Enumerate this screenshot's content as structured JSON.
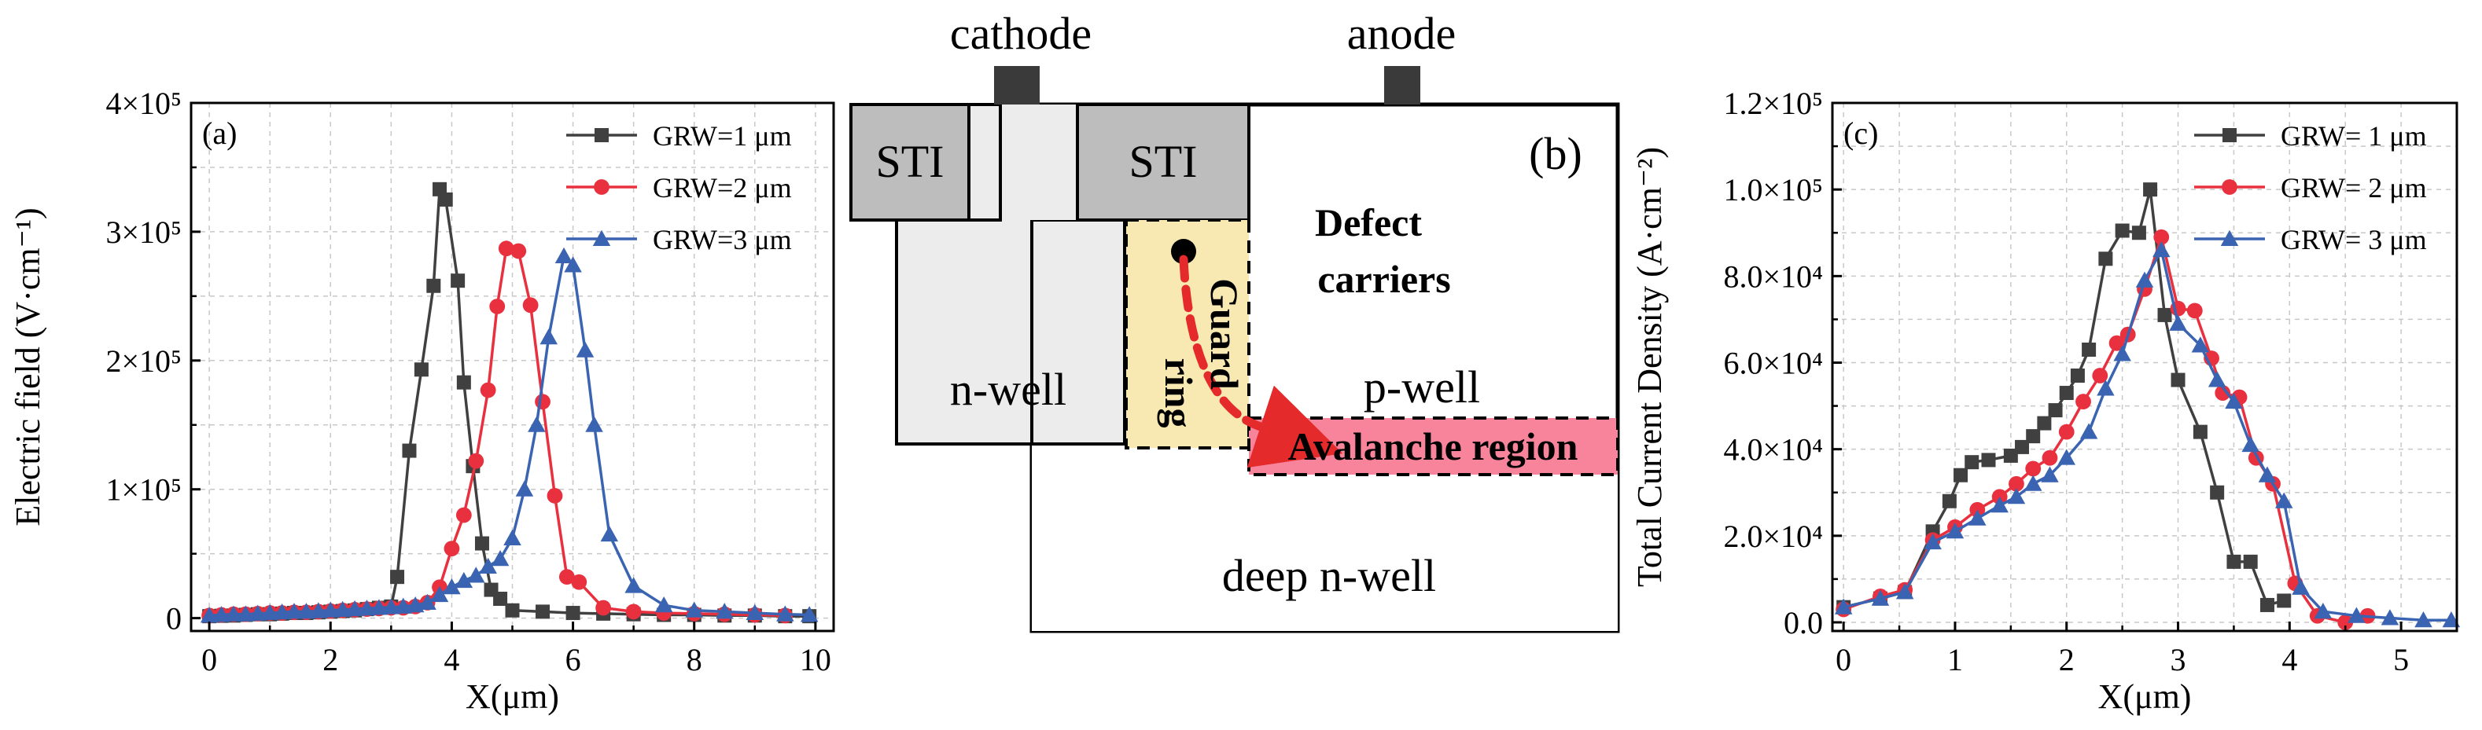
{
  "chart_data": [
    {
      "type": "line",
      "panel_label": "(a)",
      "xlabel": "X(μm)",
      "ylabel": "Electric field (V·cm⁻¹)",
      "xlim": [
        -0.3,
        10.3
      ],
      "ylim": [
        -10000,
        400000
      ],
      "xticks": [
        0,
        2,
        4,
        6,
        8,
        10
      ],
      "yticks": [
        0,
        100000,
        200000,
        300000,
        400000
      ],
      "ytick_labels": [
        "0",
        "1×10⁵",
        "2×10⁵",
        "3×10⁵",
        "4×10⁵"
      ],
      "grid": true,
      "legend_position": "top-right",
      "series": [
        {
          "name": "GRW=1 μm",
          "color": "#404040",
          "marker": "square",
          "x": [
            0,
            0.2,
            0.4,
            0.6,
            0.8,
            1.0,
            1.2,
            1.4,
            1.6,
            1.8,
            2.0,
            2.2,
            2.4,
            2.6,
            2.8,
            3.0,
            3.1,
            3.3,
            3.5,
            3.7,
            3.8,
            3.9,
            4.1,
            4.2,
            4.35,
            4.5,
            4.65,
            4.8,
            5.0,
            5.5,
            6.0,
            6.5,
            7.0,
            7.5,
            8.0,
            8.5,
            9.0,
            9.5,
            9.9
          ],
          "y": [
            1500,
            1800,
            2000,
            2500,
            3000,
            3000,
            3500,
            4000,
            4000,
            4500,
            5000,
            5500,
            6000,
            7000,
            8000,
            9000,
            32000,
            130000,
            193000,
            258000,
            333000,
            325000,
            262000,
            183000,
            118000,
            58000,
            22000,
            15000,
            6000,
            5000,
            4000,
            3500,
            3000,
            2500,
            2500,
            2000,
            2000,
            1500,
            1500
          ]
        },
        {
          "name": "GRW=2 μm",
          "color": "#E8303E",
          "marker": "circle",
          "x": [
            0,
            0.2,
            0.4,
            0.6,
            0.8,
            1.0,
            1.2,
            1.4,
            1.6,
            1.8,
            2.0,
            2.2,
            2.4,
            2.6,
            2.8,
            3.0,
            3.2,
            3.4,
            3.6,
            3.8,
            4.0,
            4.2,
            4.4,
            4.6,
            4.75,
            4.9,
            5.1,
            5.3,
            5.5,
            5.7,
            5.9,
            6.1,
            6.5,
            7.0,
            7.5,
            8.0,
            8.5,
            9.0,
            9.5
          ],
          "y": [
            2000,
            2500,
            3000,
            3000,
            3500,
            4000,
            4000,
            4500,
            4500,
            5000,
            5500,
            6000,
            6500,
            7000,
            7500,
            8000,
            8000,
            9000,
            12000,
            24000,
            54000,
            80000,
            122000,
            177000,
            242000,
            287000,
            285000,
            243000,
            168000,
            95000,
            32000,
            28000,
            8000,
            5000,
            4000,
            3500,
            3000,
            2500,
            2000
          ]
        },
        {
          "name": "GRW=3 μm",
          "color": "#3A64B2",
          "marker": "triangle",
          "x": [
            0,
            0.2,
            0.4,
            0.6,
            0.8,
            1.0,
            1.2,
            1.4,
            1.6,
            1.8,
            2.0,
            2.2,
            2.4,
            2.6,
            2.8,
            3.0,
            3.2,
            3.4,
            3.6,
            3.8,
            4.0,
            4.2,
            4.4,
            4.6,
            4.8,
            5.0,
            5.2,
            5.4,
            5.6,
            5.85,
            6.0,
            6.2,
            6.35,
            6.6,
            7.0,
            7.5,
            8.0,
            8.5,
            9.0,
            9.5,
            9.9
          ],
          "y": [
            2000,
            2500,
            3000,
            3000,
            3500,
            4000,
            4500,
            5000,
            5000,
            5500,
            6000,
            6500,
            7000,
            7500,
            8000,
            8500,
            9000,
            10000,
            12000,
            18000,
            24000,
            29000,
            33000,
            40000,
            46000,
            62000,
            100000,
            150000,
            218000,
            281000,
            274000,
            208000,
            150000,
            65000,
            25000,
            10000,
            6000,
            5000,
            4000,
            3000,
            2500
          ]
        }
      ]
    },
    {
      "type": "diagram",
      "panel_label": "(b)",
      "labels": {
        "cathode": "cathode",
        "anode": "anode",
        "sti_left": "STI",
        "sti_mid": "STI",
        "n_well": "n-well",
        "p_well": "p-well",
        "deep_n_well": "deep n-well",
        "guard_ring_1": "Guard",
        "guard_ring_2": "ring",
        "defect_1": "Defect",
        "defect_2": "carriers",
        "avalanche": "Avalanche region"
      },
      "colors": {
        "sti": "#BDBDBD",
        "n_well": "#ECECEC",
        "guard_ring": "#F8E8B2",
        "avalanche": "#F7849A",
        "arrow": "#E42A2A",
        "contact": "#3A3A3A"
      }
    },
    {
      "type": "line",
      "panel_label": "(c)",
      "xlabel": "X(μm)",
      "ylabel": "Total Current Density  (A·cm⁻²)",
      "xlim": [
        -0.1,
        5.5
      ],
      "ylim": [
        -2000,
        120000
      ],
      "xticks": [
        0,
        1,
        2,
        3,
        4,
        5
      ],
      "yticks": [
        0,
        20000,
        40000,
        60000,
        80000,
        100000,
        120000
      ],
      "ytick_labels": [
        "0.0",
        "2.0×10⁴",
        "4.0×10⁴",
        "6.0×10⁴",
        "8.0×10⁴",
        "1.0×10⁵",
        "1.2×10⁵"
      ],
      "grid": true,
      "legend_position": "top-right",
      "series": [
        {
          "name": "GRW= 1 μm",
          "color": "#404040",
          "marker": "square",
          "x": [
            0,
            0.33,
            0.55,
            0.8,
            0.95,
            1.05,
            1.15,
            1.3,
            1.5,
            1.6,
            1.7,
            1.8,
            1.9,
            2.0,
            2.1,
            2.2,
            2.35,
            2.5,
            2.65,
            2.75,
            2.88,
            3.0,
            3.2,
            3.35,
            3.5,
            3.65,
            3.8,
            3.95
          ],
          "y": [
            3500,
            5500,
            7000,
            21000,
            28000,
            34000,
            37000,
            37500,
            38500,
            40500,
            43000,
            46000,
            49000,
            53000,
            57000,
            63000,
            84000,
            90500,
            90000,
            100000,
            71000,
            56000,
            44000,
            30000,
            14000,
            14000,
            4000,
            5000
          ]
        },
        {
          "name": "GRW= 2 μm",
          "color": "#E8303E",
          "marker": "circle",
          "x": [
            0,
            0.33,
            0.55,
            0.8,
            1.0,
            1.2,
            1.4,
            1.55,
            1.7,
            1.85,
            2.0,
            2.15,
            2.3,
            2.45,
            2.55,
            2.7,
            2.85,
            3.0,
            3.15,
            3.3,
            3.4,
            3.55,
            3.7,
            3.85,
            4.05,
            4.25,
            4.5,
            4.7
          ],
          "y": [
            3000,
            6000,
            7500,
            19000,
            22000,
            26000,
            29000,
            32000,
            35500,
            38000,
            44000,
            51000,
            57000,
            64500,
            66500,
            77000,
            89000,
            72500,
            72000,
            61000,
            53000,
            52000,
            38000,
            32000,
            9000,
            1500,
            0,
            1500
          ]
        },
        {
          "name": "GRW= 3 μm",
          "color": "#3A64B2",
          "marker": "triangle",
          "x": [
            0,
            0.33,
            0.55,
            0.8,
            1.0,
            1.2,
            1.4,
            1.55,
            1.7,
            1.85,
            2.0,
            2.2,
            2.35,
            2.5,
            2.7,
            2.85,
            3.0,
            3.2,
            3.35,
            3.5,
            3.65,
            3.8,
            3.95,
            4.1,
            4.3,
            4.6,
            4.9,
            5.2,
            5.45
          ],
          "y": [
            3500,
            5500,
            7000,
            18500,
            21000,
            24000,
            27000,
            29000,
            32000,
            34000,
            38000,
            44000,
            54000,
            62000,
            79000,
            86000,
            69000,
            64000,
            56000,
            51000,
            41000,
            34000,
            28000,
            8000,
            2500,
            1500,
            1000,
            500,
            500
          ]
        }
      ]
    }
  ]
}
